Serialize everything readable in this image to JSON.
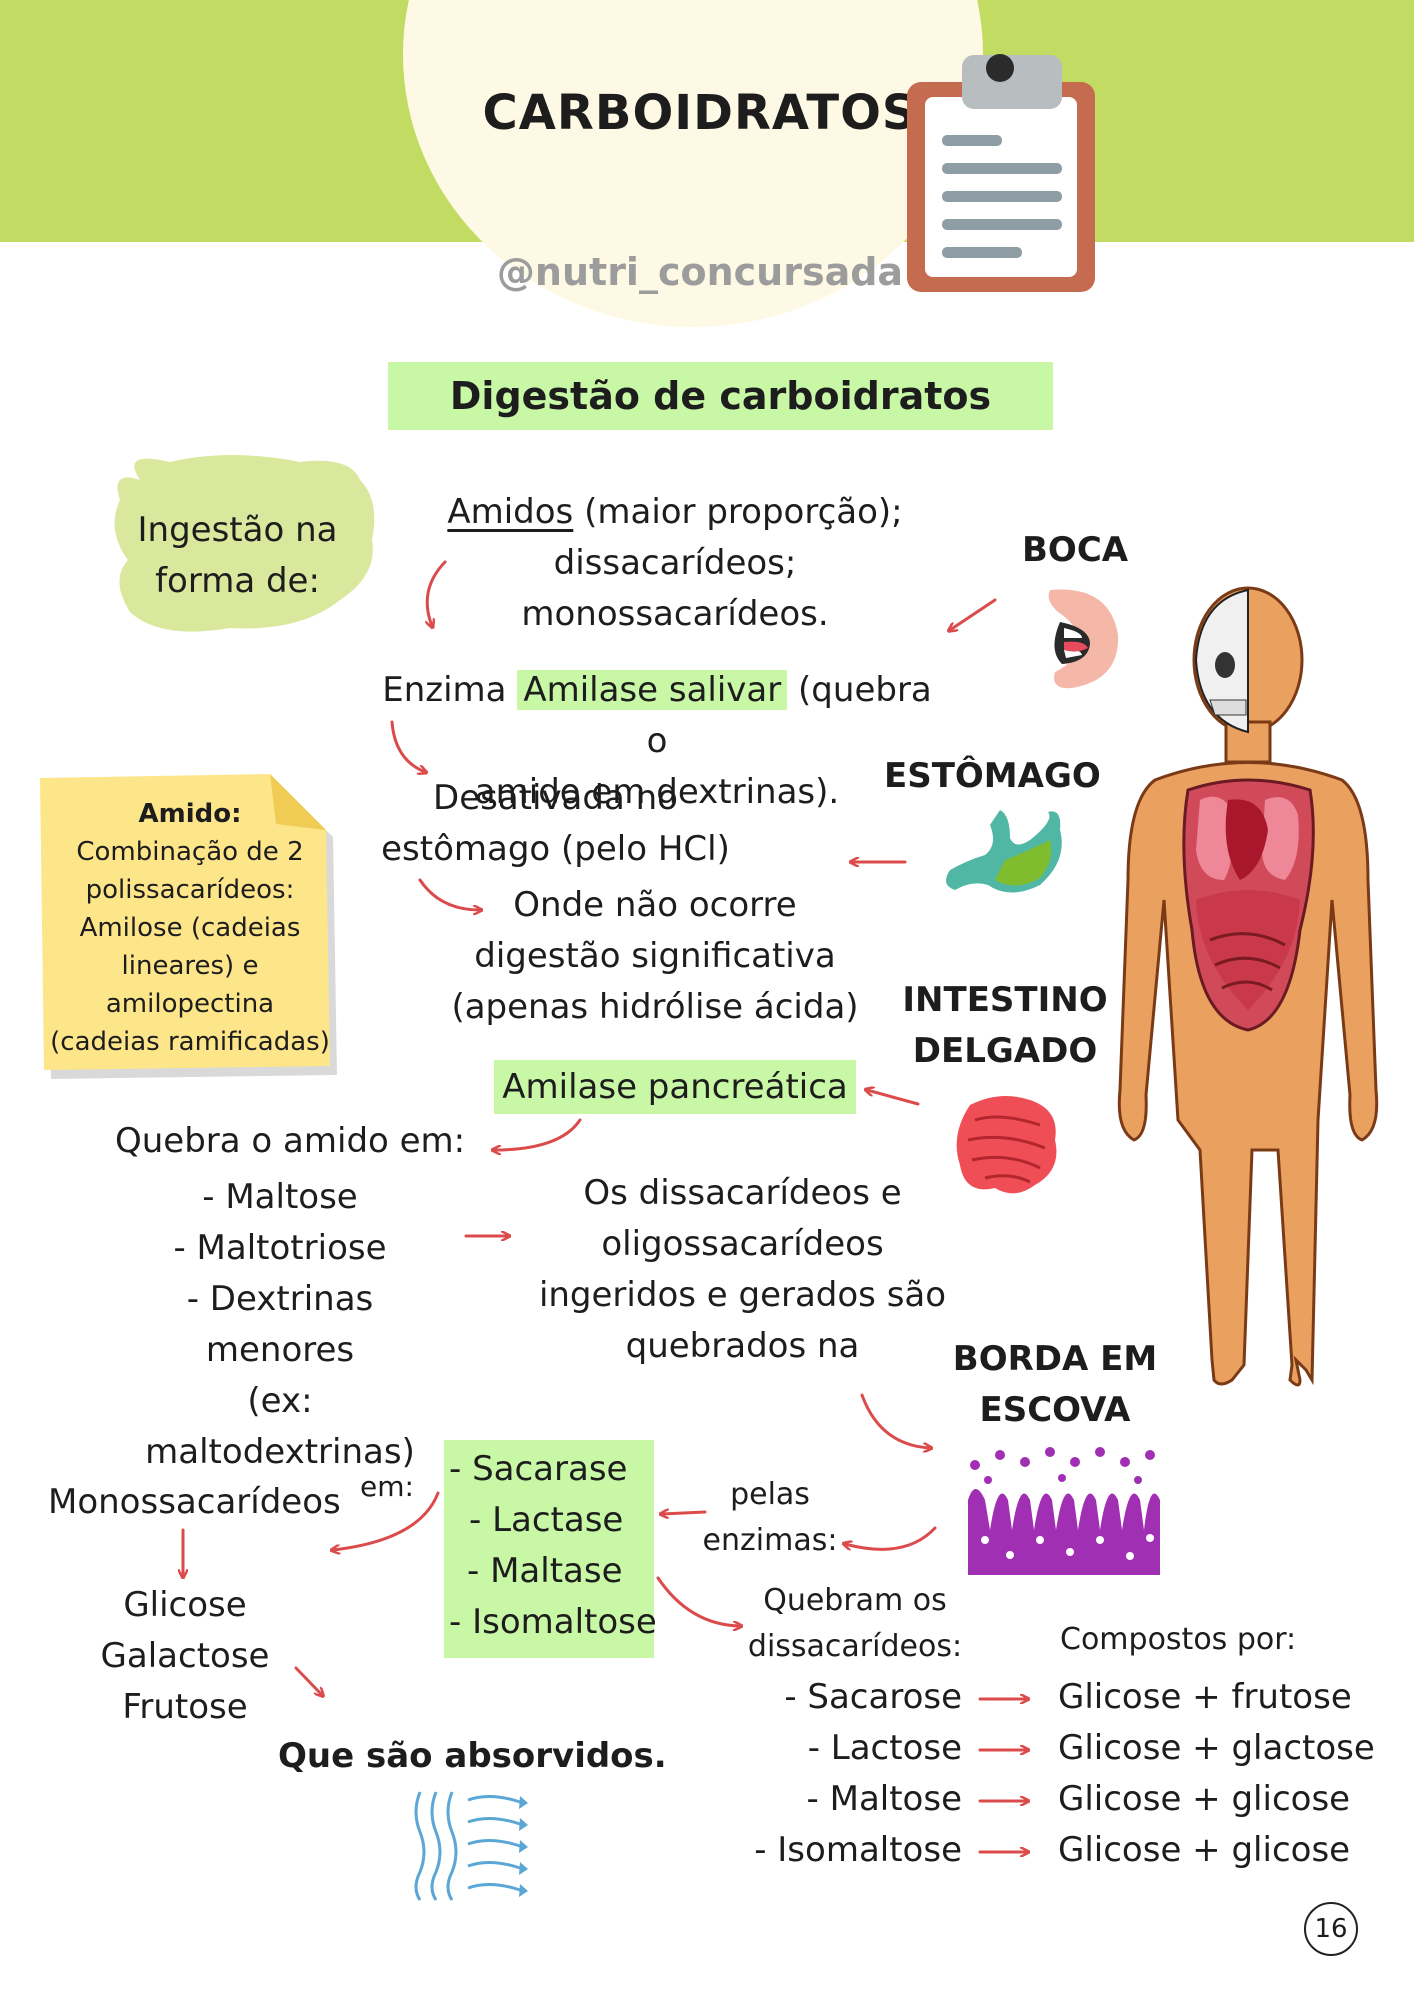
{
  "header": {
    "title": "CARBOIDRATOS",
    "handle": "@nutri_concursada"
  },
  "section_title": "Digestão de carboidratos",
  "ingestion": {
    "label_lines": [
      "Ingestão na",
      "forma de:"
    ],
    "foods": {
      "underlined": "Amidos",
      "rest1": "(maior proporção);",
      "line2": "dissacarídeos;",
      "line3": "monossacarídeos."
    }
  },
  "salivary": {
    "pre": "Enzima",
    "enzyme": "Amilase salivar",
    "post": "(quebra o",
    "line2": "amido em dextrinas)."
  },
  "deactivated": {
    "line1": "Desativada no",
    "line2": "estômago (pelo HCl)"
  },
  "stomach_note": {
    "line1": "Onde não ocorre",
    "line2": "digestão significativa",
    "line3": "(apenas hidrólise ácida)"
  },
  "amido_note": {
    "title": "Amido:",
    "lines": [
      "Combinação de 2",
      "polissacarídeos:",
      "Amilose (cadeias",
      "lineares) e",
      "amilopectina",
      "(cadeias ramificadas)"
    ]
  },
  "organs": {
    "mouth": "BOCA",
    "stomach": "ESTÔMAGO",
    "intestine_lines": [
      "INTESTINO",
      "DELGADO"
    ],
    "brush_lines": [
      "BORDA EM",
      "ESCOVA"
    ]
  },
  "pancreatic": {
    "enzyme": "Amilase pancreática",
    "breaks": "Quebra o amido em:",
    "products": [
      "- Maltose",
      "- Maltotriose",
      "- Dextrinas menores",
      "(ex: maltodextrinas)"
    ]
  },
  "oligo_note": {
    "lines": [
      "Os dissacarídeos e",
      "oligossacarídeos",
      "ingeridos e gerados são",
      "quebrados na"
    ]
  },
  "brush_enzymes": [
    "- Sacarase",
    "- Lactase",
    "- Maltase",
    "- Isomaltose"
  ],
  "pelas_lines": [
    "pelas",
    "enzimas:"
  ],
  "em_label": "em:",
  "monosaccharides": {
    "label": "Monossacarídeos",
    "items": [
      "Glicose",
      "Galactose",
      "Frutose"
    ],
    "absorbed": "Que são absorvidos."
  },
  "breakdown": {
    "header_lines": [
      "Quebram os",
      "dissacarídeos:"
    ],
    "composed_header": "Compostos por:",
    "rows": [
      {
        "name": "- Sacarose",
        "composition": "Glicose + frutose"
      },
      {
        "name": "- Lactose",
        "composition": "Glicose + glactose"
      },
      {
        "name": "- Maltose",
        "composition": "Glicose + glicose"
      },
      {
        "name": "- Isomaltose",
        "composition": "Glicose + glicose"
      }
    ]
  },
  "page_number": "16",
  "colors": {
    "header_green": "#c2db63",
    "highlight_green": "#c8f7a6",
    "arrow_red": "#dc4b4b",
    "note_yellow": "#fde58a",
    "circle_cream": "#fdf9e4",
    "brush_purple": "#a12fb3"
  }
}
